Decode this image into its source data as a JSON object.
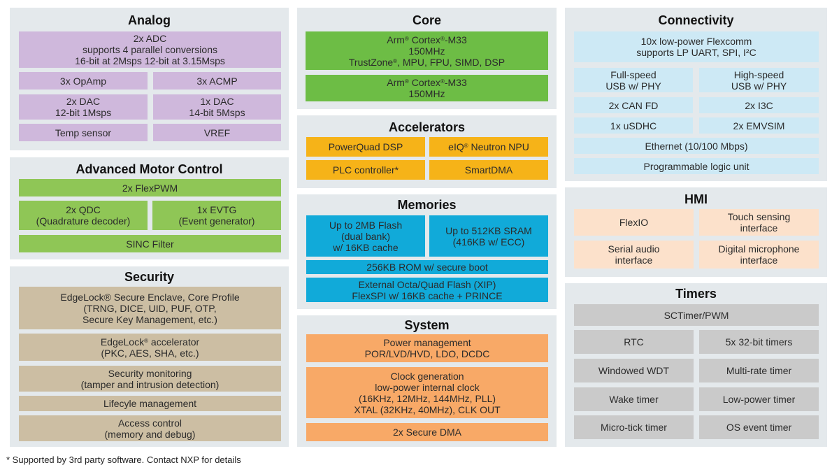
{
  "colors": {
    "panel_bg": "#e4e9ec",
    "analog": "#cfb8dc",
    "core": "#6dbd45",
    "motor_control": "#8fc656",
    "security": "#ccbea3",
    "accelerators": "#f6b318",
    "memories": "#11aad9",
    "system": "#f8a967",
    "connectivity": "#cde9f5",
    "hmi": "#fce1cb",
    "timers": "#cacaca"
  },
  "analog": {
    "title": "Analog",
    "blocks": [
      "2x ADC\nsupports 4 parallel conversions\n16-bit at 2Msps 12-bit at 3.15Msps",
      "3x OpAmp",
      "3x ACMP",
      "2x DAC\n12-bit 1Msps",
      "1x DAC\n14-bit 5Msps",
      "Temp sensor",
      "VREF"
    ]
  },
  "motor_control": {
    "title": "Advanced Motor Control",
    "blocks": [
      "2x FlexPWM",
      "2x QDC\n(Quadrature decoder)",
      "1x EVTG\n(Event generator)",
      "SINC Filter"
    ]
  },
  "security": {
    "title": "Security",
    "blocks": [
      "EdgeLock® Secure Enclave, Core Profile\n(TRNG, DICE, UID, PUF, OTP,\nSecure Key Management, etc.)",
      "EdgeLock® accelerator\n(PKC, AES, SHA, etc.)",
      "Security monitoring\n(tamper and intrusion detection)",
      "Lifecyle management",
      "Access control\n(memory and debug)"
    ]
  },
  "core": {
    "title": "Core",
    "blocks": [
      "Arm® Cortex®-M33\n150MHz\nTrustZone®, MPU, FPU, SIMD, DSP",
      "Arm® Cortex®-M33\n150MHz"
    ]
  },
  "accelerators": {
    "title": "Accelerators",
    "blocks": [
      "PowerQuad DSP",
      "eIQ® Neutron NPU",
      "PLC controller*",
      "SmartDMA"
    ]
  },
  "memories": {
    "title": "Memories",
    "blocks": [
      "Up to 2MB Flash\n(dual bank)\nw/ 16KB cache",
      "Up to 512KB SRAM\n(416KB w/ ECC)",
      "256KB ROM w/ secure boot",
      "External Octa/Quad Flash (XIP)\nFlexSPI w/ 16KB cache + PRINCE"
    ]
  },
  "system": {
    "title": "System",
    "blocks": [
      "Power management\nPOR/LVD/HVD, LDO, DCDC",
      "Clock generation\nlow-power internal clock\n(16KHz, 12MHz, 144MHz, PLL)\nXTAL (32KHz, 40MHz), CLK OUT",
      "2x Secure DMA"
    ]
  },
  "connectivity": {
    "title": "Connectivity",
    "blocks": [
      "10x low-power Flexcomm\nsupports LP UART, SPI, I²C",
      "Full-speed\nUSB w/ PHY",
      "High-speed\nUSB w/ PHY",
      "2x CAN FD",
      "2x I3C",
      "1x uSDHC",
      "2x EMVSIM",
      "Ethernet (10/100 Mbps)",
      "Programmable logic unit"
    ]
  },
  "hmi": {
    "title": "HMI",
    "blocks": [
      "FlexIO",
      "Touch sensing\ninterface",
      "Serial audio\ninterface",
      "Digital microphone\ninterface"
    ]
  },
  "timers": {
    "title": "Timers",
    "blocks": [
      "SCTimer/PWM",
      "RTC",
      "5x 32-bit timers",
      "Windowed WDT",
      "Multi-rate timer",
      "Wake timer",
      "Low-power timer",
      "Micro-tick timer",
      "OS event timer"
    ]
  },
  "footnote": "* Supported by 3rd party software. Contact NXP for details"
}
